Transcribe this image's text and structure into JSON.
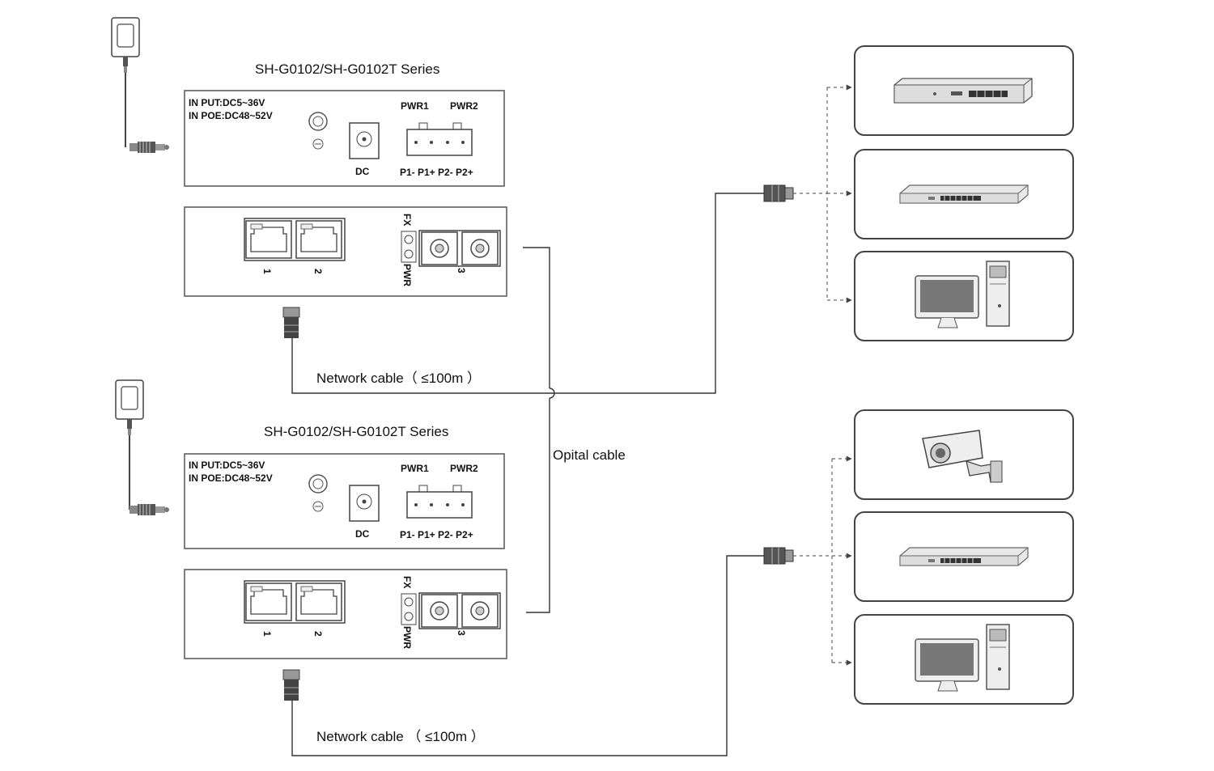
{
  "units": [
    {
      "series_title": "SH-G0102/SH-G0102T Series",
      "input_put": "IN PUT:DC5~36V",
      "input_poe": "IN POE:DC48~52V",
      "dc_label": "DC",
      "pwr1_label": "PWR1",
      "pwr2_label": "PWR2",
      "terminal_label": "P1- P1+ P2- P2+",
      "fx_label": "FX",
      "pwr_led_label": "PWR",
      "port1_label": "1",
      "port2_label": "2",
      "port3_label": "3",
      "network_cable_label": "Network cable（ ≤100m ）"
    },
    {
      "series_title": "SH-G0102/SH-G0102T Series",
      "input_put": "IN PUT:DC5~36V",
      "input_poe": "IN POE:DC48~52V",
      "dc_label": "DC",
      "pwr1_label": "PWR1",
      "pwr2_label": "PWR2",
      "terminal_label": "P1- P1+ P2- P2+",
      "fx_label": "FX",
      "pwr_led_label": "PWR",
      "port1_label": "1",
      "port2_label": "2",
      "port3_label": "3",
      "network_cable_label": "Network cable （ ≤100m ）"
    }
  ],
  "optical_cable_label": "Opital cable",
  "devices_top": [
    "router-icon",
    "switch-icon",
    "computer-icon"
  ],
  "devices_bottom": [
    "camera-icon",
    "switch-icon",
    "computer-icon"
  ],
  "colors": {
    "line": "#333333",
    "box_border": "#555555",
    "device_gray": "#888888"
  }
}
